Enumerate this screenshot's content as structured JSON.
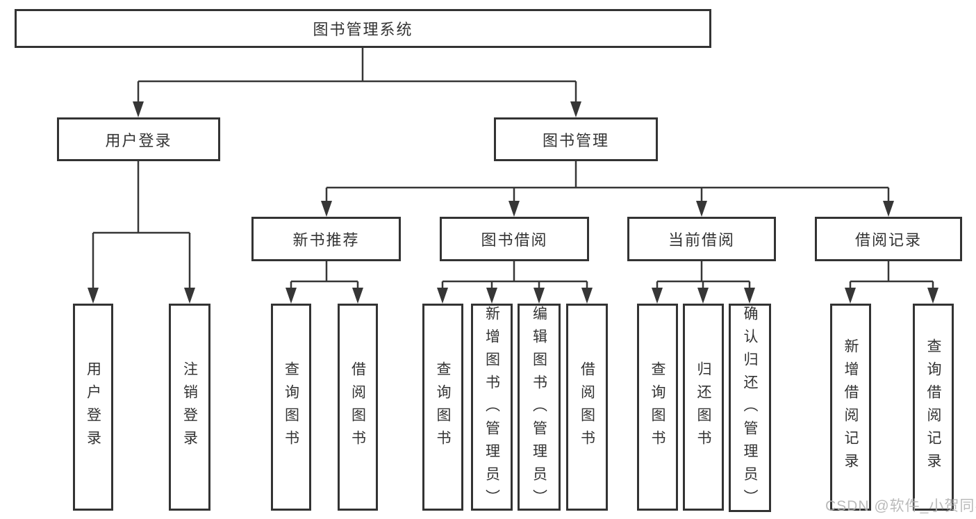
{
  "tree": {
    "root": {
      "label": "图书管理系统"
    },
    "level2": [
      {
        "id": "user-login",
        "label": "用户登录"
      },
      {
        "id": "book-management",
        "label": "图书管理"
      }
    ],
    "level3": [
      {
        "id": "new-book-recommend",
        "parent": "图书管理",
        "label": "新书推荐"
      },
      {
        "id": "book-borrowing",
        "parent": "图书管理",
        "label": "图书借阅"
      },
      {
        "id": "current-borrowing",
        "parent": "图书管理",
        "label": "当前借阅"
      },
      {
        "id": "borrowing-records",
        "parent": "图书管理",
        "label": "借阅记录"
      }
    ],
    "leaves": [
      {
        "parent": "用户登录",
        "label": "用户登录"
      },
      {
        "parent": "用户登录",
        "label": "注销登录"
      },
      {
        "parent": "新书推荐",
        "label": "查询图书"
      },
      {
        "parent": "新书推荐",
        "label": "借阅图书"
      },
      {
        "parent": "图书借阅",
        "label": "查询图书"
      },
      {
        "parent": "图书借阅",
        "label": "新增图书（管理员）"
      },
      {
        "parent": "图书借阅",
        "label": "编辑图书（管理员）"
      },
      {
        "parent": "图书借阅",
        "label": "借阅图书"
      },
      {
        "parent": "当前借阅",
        "label": "查询图书"
      },
      {
        "parent": "当前借阅",
        "label": "归还图书"
      },
      {
        "parent": "当前借阅",
        "label": "确认归还（管理员）"
      },
      {
        "parent": "借阅记录",
        "label": "新增借阅记录"
      },
      {
        "parent": "借阅记录",
        "label": "查询借阅记录"
      }
    ]
  },
  "watermark": {
    "text": "CSDN @软件_小贺同学"
  },
  "colors": {
    "line": "#363636",
    "box_border": "#333333",
    "text": "#333333",
    "watermark": "#b3b3b3",
    "background": "#ffffff"
  }
}
